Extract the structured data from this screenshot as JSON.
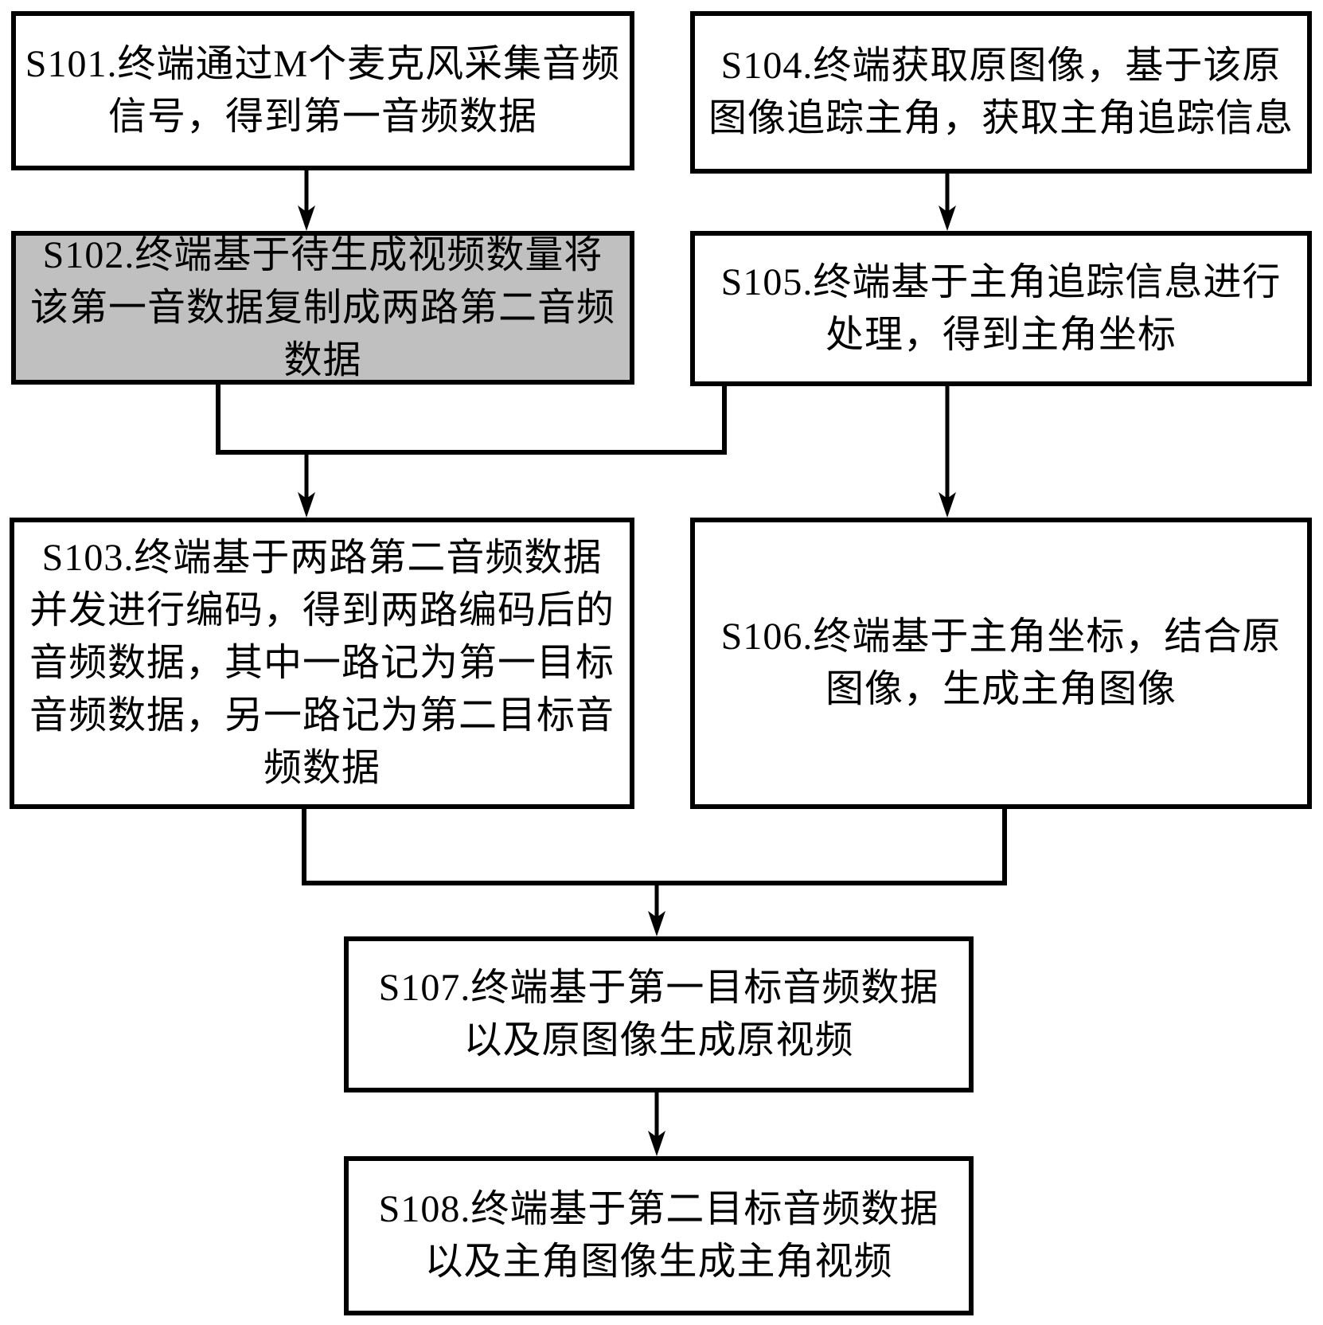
{
  "diagram": {
    "type": "flowchart",
    "background_color": "#ffffff",
    "line_color": "#000000",
    "highlight_fill": "#c0c0c0",
    "nodes": [
      {
        "id": "S101",
        "label": "S101.终端通过M个麦克风采集音频\n信号，得到第一音频数据",
        "highlighted": false
      },
      {
        "id": "S104",
        "label": "S104.终端获取原图像，基于该原\n图像追踪主角，获取主角追踪信息",
        "highlighted": false
      },
      {
        "id": "S102",
        "label": "S102.终端基于待生成视频数量将\n该第一音数据复制成两路第二音频\n数据",
        "highlighted": true
      },
      {
        "id": "S105",
        "label": "S105.终端基于主角追踪信息进行\n处理，得到主角坐标",
        "highlighted": false
      },
      {
        "id": "S103",
        "label": "S103.终端基于两路第二音频数据\n并发进行编码，得到两路编码后的\n音频数据，其中一路记为第一目标\n音频数据，另一路记为第二目标音\n频数据",
        "highlighted": false
      },
      {
        "id": "S106",
        "label": "S106.终端基于主角坐标，结合原\n图像，生成主角图像",
        "highlighted": false
      },
      {
        "id": "S107",
        "label": "S107.终端基于第一目标音频数据\n以及原图像生成原视频",
        "highlighted": false
      },
      {
        "id": "S108",
        "label": "S108.终端基于第二目标音频数据\n以及主角图像生成主角视频",
        "highlighted": false
      }
    ],
    "edges": [
      {
        "from": "S101",
        "to": "S102"
      },
      {
        "from": "S104",
        "to": "S105"
      },
      {
        "from": "S102",
        "to": "S103"
      },
      {
        "from": "S105",
        "to": "S103"
      },
      {
        "from": "S105",
        "to": "S106"
      },
      {
        "from": "S103",
        "to": "S107"
      },
      {
        "from": "S106",
        "to": "S107"
      },
      {
        "from": "S107",
        "to": "S108"
      }
    ]
  }
}
